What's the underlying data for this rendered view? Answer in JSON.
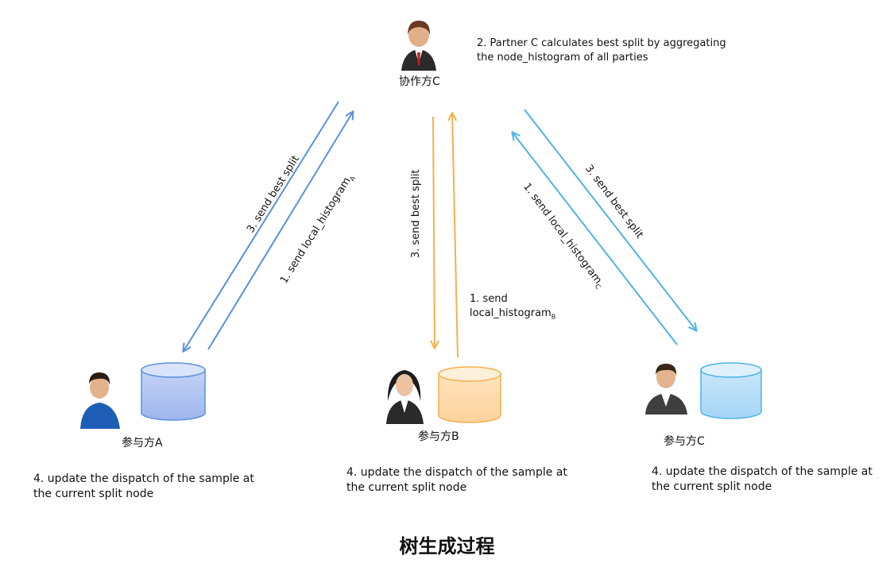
{
  "coordinator": {
    "name": "协作方C",
    "note_line1": "2. Partner  C  calculates best split  by aggregating",
    "note_line2": "the node_histogram of all parties"
  },
  "parties": [
    {
      "name": "参与方A",
      "step_line1": "4. update the dispatch of the sample at",
      "step_line2": "the current split node",
      "color": "#5a8fe0"
    },
    {
      "name": "参与方B",
      "step_line1": "4. update the dispatch of the sample at",
      "step_line2": "the current split node",
      "color": "#f5b04b"
    },
    {
      "name": "参与方C",
      "step_line1": "4. update the dispatch of the sample at",
      "step_line2": "the current split node",
      "color": "#4fb3e8"
    }
  ],
  "edges": {
    "a_best": "3. send best split",
    "a_hist": "1. send  local_histogram",
    "a_hist_sub": "A",
    "b_best": "3. send best split",
    "b_hist_line1": "1. send",
    "b_hist_line2": "local_histogram",
    "b_hist_sub": "B",
    "c_hist": "1. send  local_histogram",
    "c_hist_sub": "C",
    "c_best": "3. send best split"
  },
  "title": "树生成过程"
}
